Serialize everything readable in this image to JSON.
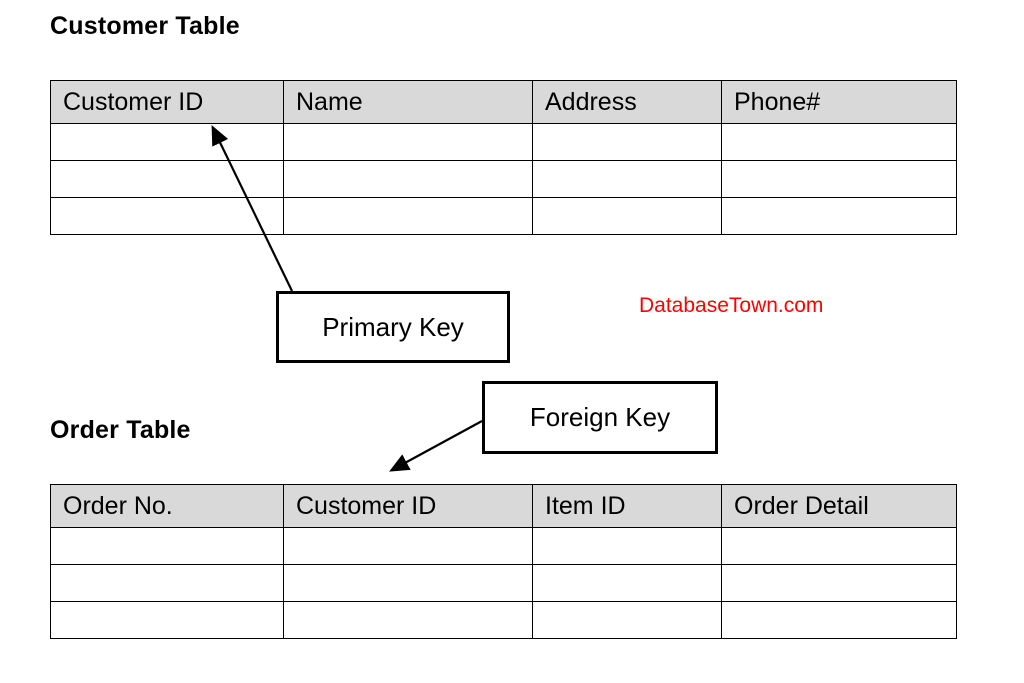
{
  "diagram": {
    "watermark": "DatabaseTown.com",
    "accent_color": "#ff0000",
    "header_fill": "#d9d9d9",
    "line_color": "#000000"
  },
  "customer_section": {
    "title": "Customer Table",
    "columns": [
      "Customer ID",
      "Name",
      "Address",
      "Phone#"
    ],
    "empty_rows": 3
  },
  "order_section": {
    "title": "Order Table",
    "columns": [
      "Order No.",
      "Customer ID",
      "Item ID",
      "Order Detail"
    ],
    "empty_rows": 3
  },
  "callouts": {
    "primary_key": "Primary Key",
    "foreign_key": "Foreign Key"
  }
}
